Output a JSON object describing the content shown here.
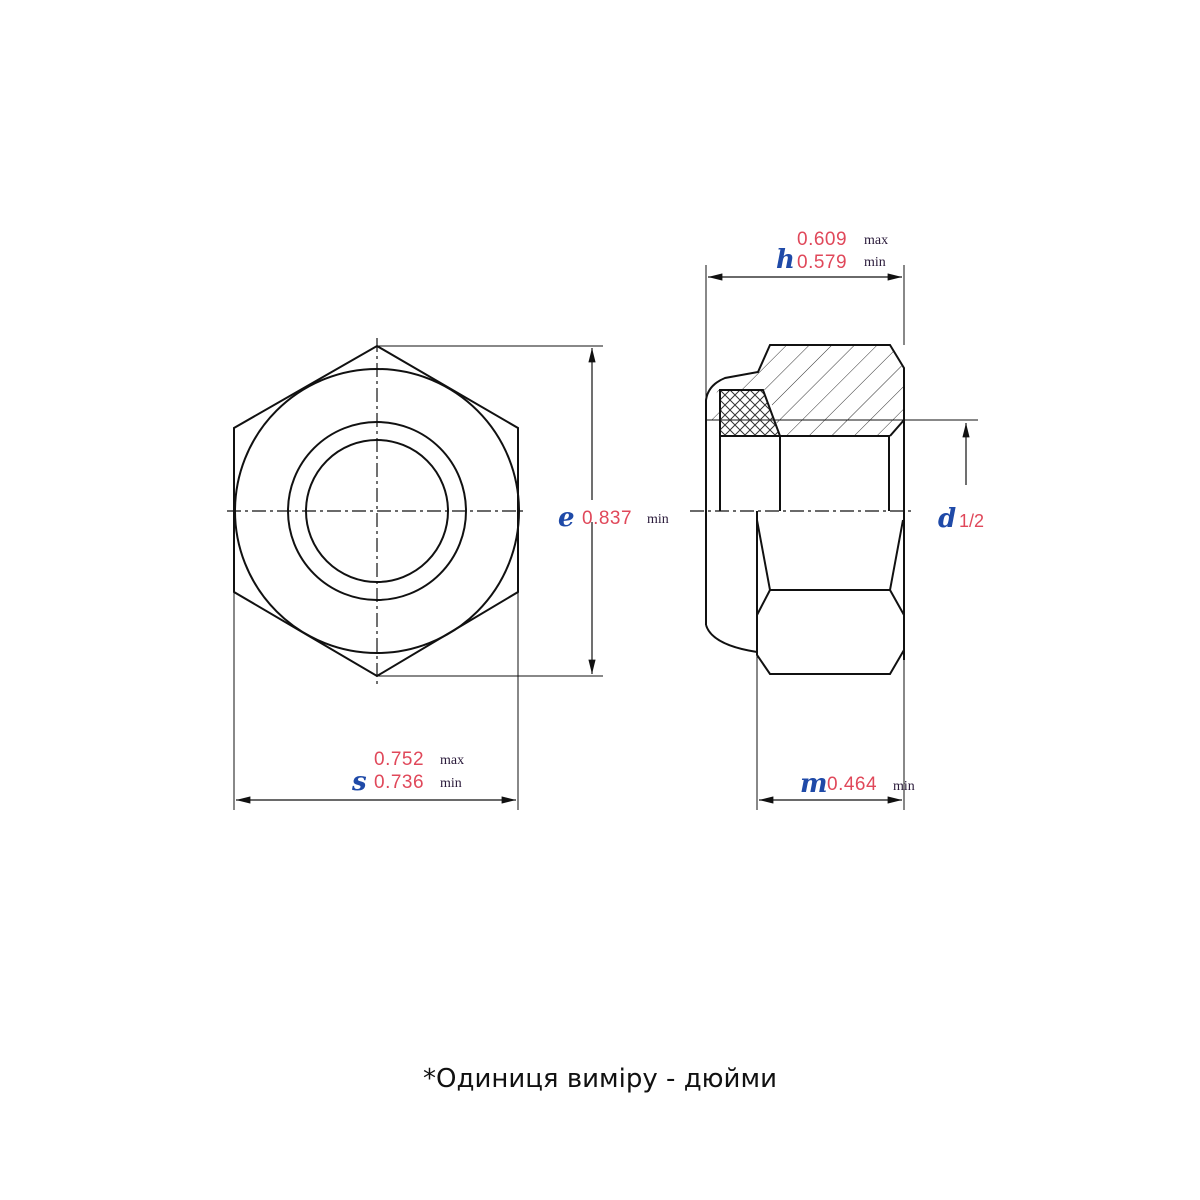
{
  "title": "Nylon insert lock nut dimensions drawing",
  "dimensions": {
    "h": {
      "symbol": "h",
      "max": "0.609",
      "min": "0.579",
      "max_label": "max",
      "min_label": "min"
    },
    "e": {
      "symbol": "e",
      "min": "0.837",
      "min_label": "min"
    },
    "d": {
      "symbol": "d",
      "value": "1/2"
    },
    "s": {
      "symbol": "s",
      "max": "0.752",
      "min": "0.736",
      "max_label": "max",
      "min_label": "min"
    },
    "m": {
      "symbol": "m",
      "min": "0.464",
      "min_label": "min"
    }
  },
  "colors": {
    "symbol": "#1f4aa8",
    "value": "#e0485a",
    "line": "#111111"
  },
  "footnote": "*Одиниця виміру - дюйми"
}
